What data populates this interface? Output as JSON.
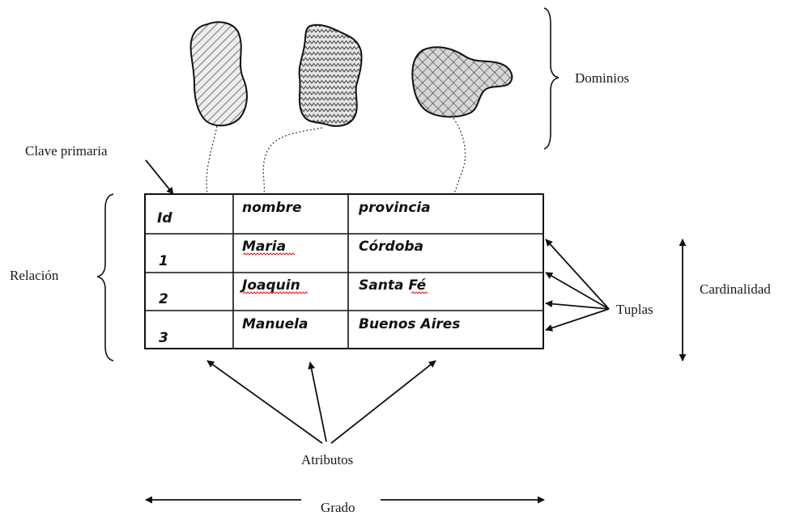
{
  "labels": {
    "dominios": "Dominios",
    "clave_primaria": "Clave primaria",
    "relacion": "Relación",
    "tuplas": "Tuplas",
    "cardinalidad": "Cardinalidad",
    "atributos": "Atributos",
    "grado": "Grado"
  },
  "table": {
    "headers": [
      "Id",
      "nombre",
      "provincia"
    ],
    "rows": [
      [
        "1",
        "Maria",
        "Córdoba"
      ],
      [
        "2",
        "Joaquin",
        "Santa Fé"
      ],
      [
        "3",
        "Manuela",
        "Buenos Aires"
      ]
    ]
  },
  "colors": {
    "ink": "#111111",
    "domain_fill": "#d9d9d9",
    "spellcheck": "#d22222"
  }
}
